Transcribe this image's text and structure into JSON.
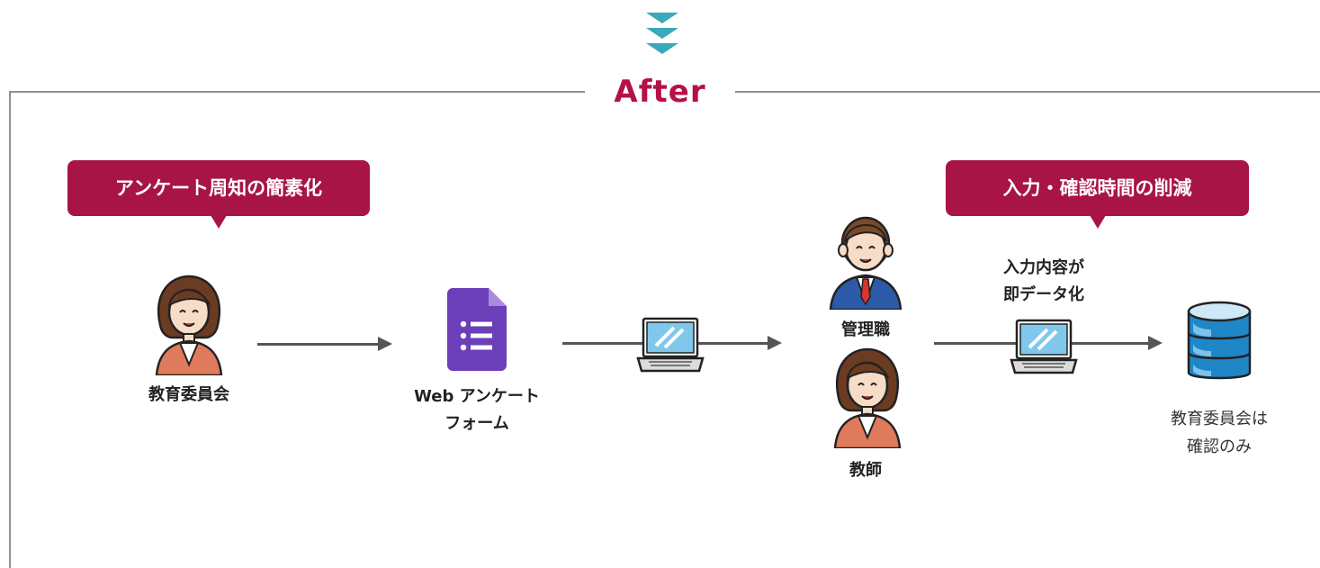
{
  "title": "After",
  "callouts": {
    "left": "アンケート周知の簡素化",
    "right": "入力・確認時間の削減"
  },
  "nodes": {
    "board": "教育委員会",
    "form_line1": "Web アンケート",
    "form_line2": "フォーム",
    "manager": "管理職",
    "teacher": "教師",
    "data_line1": "入力内容が",
    "data_line2": "即データ化",
    "db_line1": "教育委員会は",
    "db_line2": "確認のみ"
  },
  "colors": {
    "accent": "#a81446",
    "title": "#b5104a",
    "chevron": "#3aa9b8",
    "form": "#6b3fb8",
    "database": "#1f86c8"
  }
}
